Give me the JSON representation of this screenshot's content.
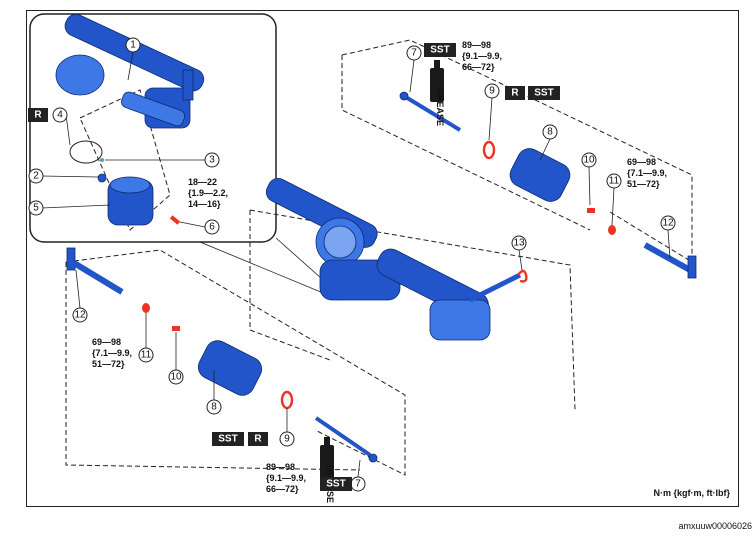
{
  "callouts": [
    "1",
    "2",
    "3",
    "4",
    "5",
    "6",
    "7",
    "8",
    "9",
    "10",
    "11",
    "12",
    "13"
  ],
  "tags": {
    "sst": "SST",
    "r": "R"
  },
  "torque": {
    "pinion_plug": [
      "18—22",
      "{1.9—2.2,",
      "14—16}"
    ],
    "locknut": [
      "69—98",
      "{7.1—9.9,",
      "51—72}"
    ],
    "tie_rod": [
      "89—98",
      "{9.1—9.9,",
      "66—72}"
    ]
  },
  "labels": {
    "grease": "GREASE"
  },
  "units_note": "N·m {kgf·m, ft·lbf}",
  "figure_code": "amxuuw00006026",
  "colors": {
    "part_blue": "#2155c9",
    "part_light": "#3d78e6",
    "ring_red": "#e32222"
  }
}
